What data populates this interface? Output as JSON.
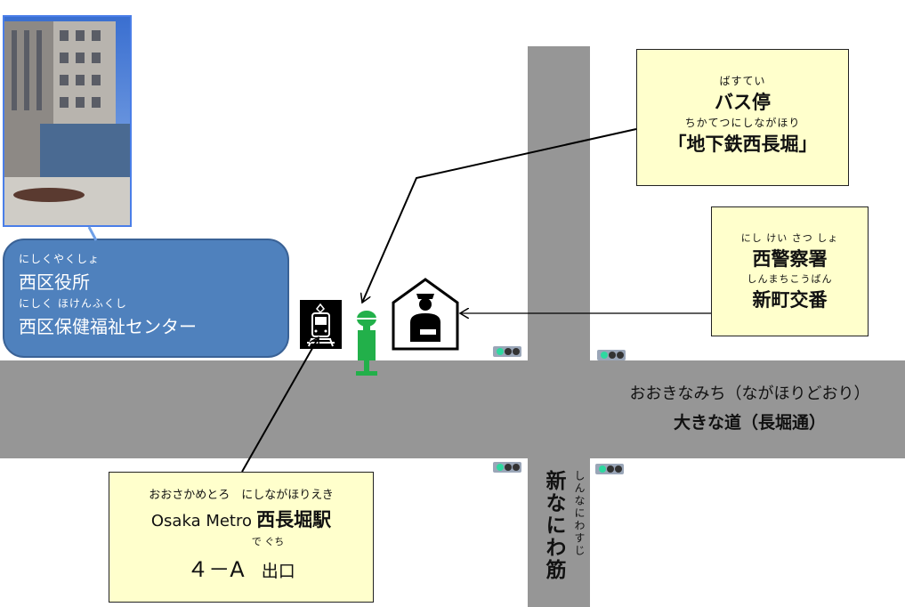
{
  "ward_office": {
    "ruby1": "にしくやくしょ",
    "name1": "西区役所",
    "ruby2": "にしく ほけんふくし",
    "name2": "西区保健福祉センター"
  },
  "bus_stop": {
    "ruby1": "ばすてい",
    "name1": "バス停",
    "ruby2": "ちかてつにしながほり",
    "name2": "「地下鉄西長堀」"
  },
  "police": {
    "ruby1": "にし けい さつ しょ",
    "name1": "西警察署",
    "ruby2": "しんまちこうばん",
    "name2": "新町交番"
  },
  "metro": {
    "ruby1": "おおさかめとろ　にしながほりえき",
    "line_name": "Osaka Metro",
    "station": "西長堀駅",
    "ruby2": "で ぐち",
    "exit_no": "４－A",
    "exit_label": "出口"
  },
  "roads": {
    "main_ruby": "おおきなみち（ながほりどおり）",
    "main_name": "大きな道（長堀通）",
    "cross_name": "新なにわ筋",
    "cross_ruby": "しんなにわすじ"
  },
  "colors": {
    "road": "#969696",
    "callout": "#4f81bd",
    "busstop": "#22b04a",
    "note": "#ffffcc"
  }
}
